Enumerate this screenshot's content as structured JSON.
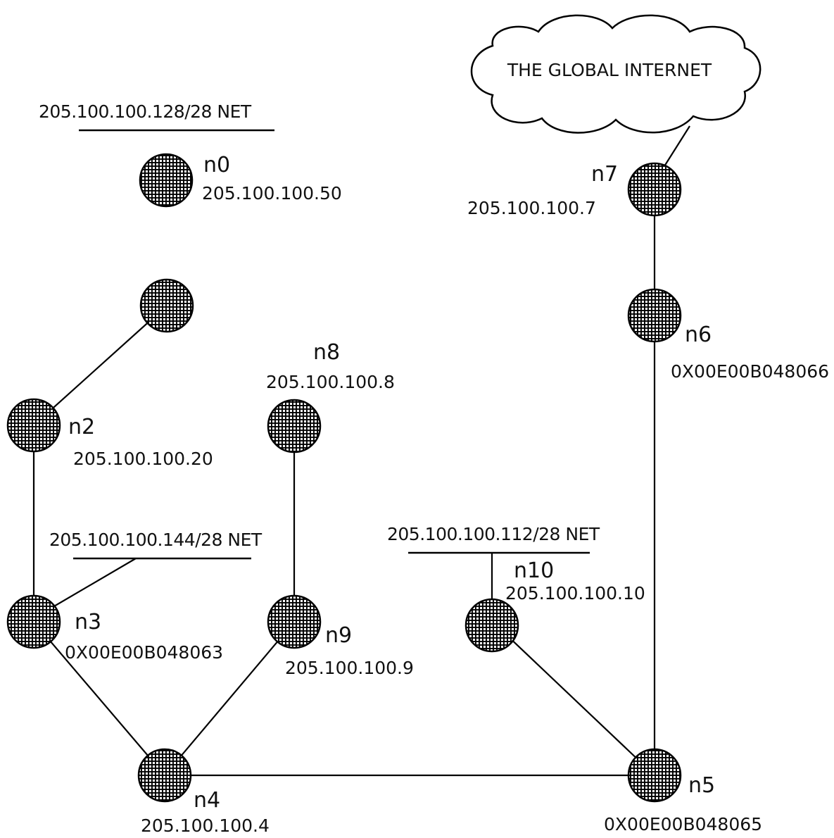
{
  "cloud": {
    "label": "THE GLOBAL INTERNET"
  },
  "nets": {
    "net128": "205.100.100.128/28 NET",
    "net144": "205.100.100.144/28 NET",
    "net112": "205.100.100.112/28 NET"
  },
  "nodes": {
    "n0": {
      "name": "n0",
      "addr": "205.100.100.50"
    },
    "n2": {
      "name": "n2",
      "addr": "205.100.100.20"
    },
    "n3": {
      "name": "n3",
      "addr": "0X00E00B048063"
    },
    "n4": {
      "name": "n4",
      "addr": "205.100.100.4"
    },
    "n5": {
      "name": "n5",
      "addr": "0X00E00B048065"
    },
    "n6": {
      "name": "n6",
      "addr": "0X00E00B048066"
    },
    "n7": {
      "name": "n7",
      "addr": "205.100.100.7"
    },
    "n8": {
      "name": "n8",
      "addr": "205.100.100.8"
    },
    "n9": {
      "name": "n9",
      "addr": "205.100.100.9"
    },
    "n10": {
      "name": "n10",
      "addr": "205.100.100.10"
    }
  }
}
